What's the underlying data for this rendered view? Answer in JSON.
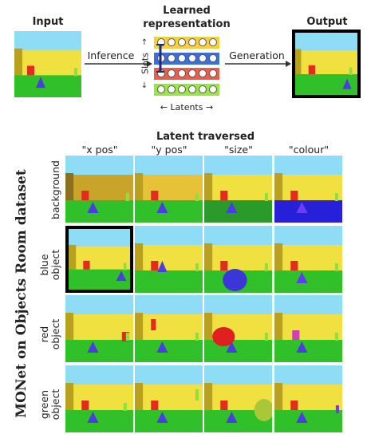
{
  "top": {
    "input_label": "Input",
    "learned_label": "Learned\nrepresentation",
    "output_label": "Output",
    "inference_label": "Inference",
    "generation_label": "Generation",
    "slots_label": "Slots",
    "latents_label": "Latents",
    "slot_colors": [
      "#f4d03f",
      "#3b6fd4",
      "#e8604c",
      "#9be34a"
    ]
  },
  "grid": {
    "title": "Latent traversed",
    "columns": [
      "\"x pos\"",
      "\"y pos\"",
      "\"size\"",
      "\"colour\""
    ],
    "rows": [
      "background",
      "blue\nobject",
      "red\nobject",
      "green\nobject"
    ],
    "side_title": "MONet on Objects Room dataset"
  }
}
